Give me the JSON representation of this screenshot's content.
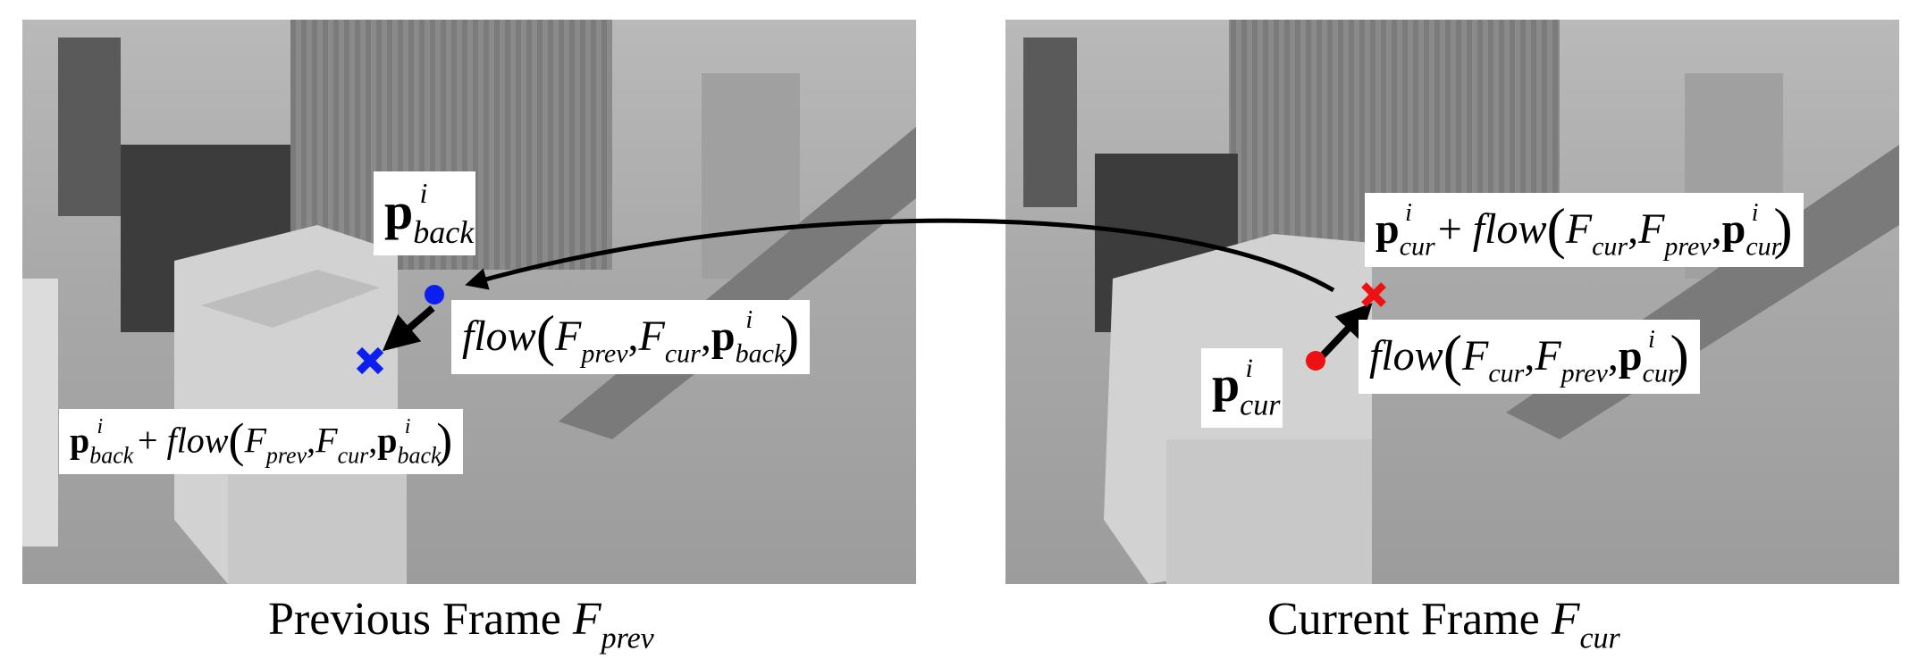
{
  "captions": {
    "previous": {
      "text": "Previous Frame",
      "symbol": "F",
      "subscript": "prev"
    },
    "current": {
      "text": "Current Frame",
      "symbol": "F",
      "subscript": "cur"
    }
  },
  "symbols": {
    "p": "p",
    "i": "i",
    "back": "back",
    "cur": "cur",
    "prev": "prev",
    "flow": "flow",
    "F": "F",
    "plus": "+",
    "comma": ",",
    "lparen": "(",
    "rparen": ")"
  },
  "colors": {
    "blue_marker": "#0a1ff0",
    "red_marker": "#ee1111",
    "arrow": "#000000"
  }
}
